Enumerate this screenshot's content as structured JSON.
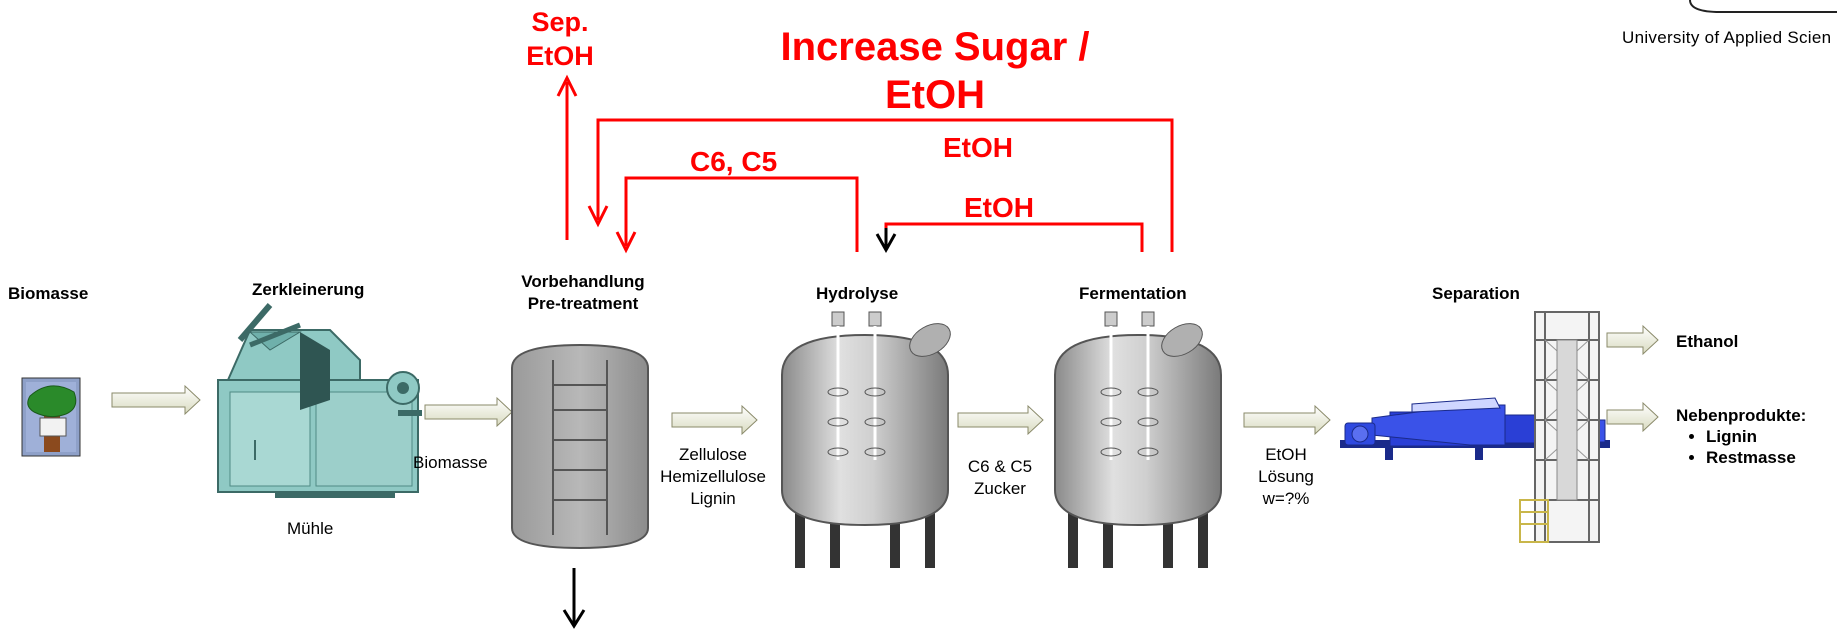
{
  "header": {
    "university": "University of Applied Scien"
  },
  "stages": {
    "biomasse": "Biomasse",
    "zerkleinerung": "Zerkleinerung",
    "vorbehandlung_line1": "Vorbehandlung",
    "vorbehandlung_line2": "Pre-treatment",
    "hydrolyse": "Hydrolyse",
    "fermentation": "Fermentation",
    "separation": "Separation"
  },
  "labels": {
    "muehle": "Mühle",
    "biomasse_flow": "Biomasse",
    "zellulose": "Zellulose",
    "hemizellulose": "Hemizellulose",
    "lignin_flow": "Lignin",
    "c6c5": "C6 & C5",
    "zucker": "Zucker",
    "etoh": "EtOH",
    "loesung": "Lösung",
    "w": "w=?%"
  },
  "outputs": {
    "ethanol": "Ethanol",
    "nebenprodukte": "Nebenprodukte:",
    "items": [
      "Lignin",
      "Restmasse"
    ]
  },
  "annotations": {
    "sep_line1": "Sep.",
    "sep_line2": "EtOH",
    "increase_line1": "Increase Sugar /",
    "increase_line2": "EtOH",
    "c6_c5": "C6, C5",
    "etoh_upper": "EtOH",
    "etoh_lower": "EtOH"
  },
  "colors": {
    "annotation_red": "#ff0000",
    "flow_arrow": "#ecedd8",
    "machine_teal": "#8fc9c4",
    "tank_gray": "#a8a8a8",
    "centrifuge_blue": "#2a3fd6"
  },
  "icons": {
    "biomass": "tree-icon",
    "mill": "mill-icon",
    "pretreatment": "reactor-column-icon",
    "hydrolysis": "stirred-tank-icon",
    "fermentation": "stirred-tank-icon",
    "centrifuge": "decanter-centrifuge-icon",
    "column": "distillation-column-icon"
  }
}
